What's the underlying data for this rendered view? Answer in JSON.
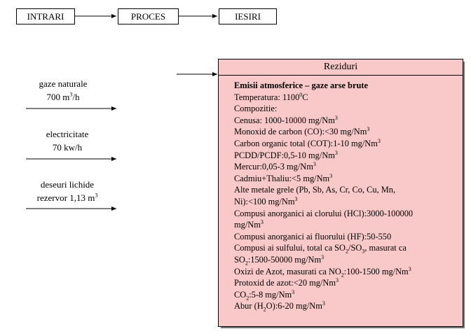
{
  "flow": {
    "inputs_label": "INTRARI",
    "process_label": "PROCES",
    "outputs_label": "IESIRI"
  },
  "inputs": [
    {
      "line1": "gaze naturale",
      "line2_prefix": "700 m",
      "line2_sup": "3",
      "line2_suffix": "/h"
    },
    {
      "line1": "electricitate",
      "line2": "70 kw/h"
    },
    {
      "line1": "deseuri lichide",
      "line2_prefix": "rezervor 1,13 m",
      "line2_sup": "3"
    }
  ],
  "residue": {
    "header": "Reziduri",
    "title": "Emisii atmosferice – gaze arse brute",
    "temperature_prefix": "Temperatura: 1100",
    "temperature_sup": "0",
    "temperature_suffix": "C",
    "composition_label": "Compozitie:",
    "unit_base": "mg/Nm",
    "unit_exp": "3",
    "items": {
      "cenusa": "Cenusa: 1000-10000",
      "co": "Monoxid de carbon (CO):<30",
      "cot": "Carbon organic total (COT):1-10",
      "pcdd": "PCDD/PCDF:0,5-10",
      "mercur": "Mercur:0,05-3",
      "cadmiu": "Cadmiu+Thaliu:<5",
      "metale_a": "Alte metale grele (Pb, Sb, As, Cr, Co, Cu, Mn,",
      "metale_b": "Ni):<100",
      "hcl": "Compusi anorganici ai clorului (HCl):3000-100000",
      "hf": "Compusi anorganici ai fluorului (HF):50-550",
      "sulf_a1": "Compusi ai sulfului, total ca SO",
      "sulf_a2": "/SO",
      "sulf_a3": ", masurat ca",
      "sulf_b1": "SO",
      "sulf_b2": ":1500-50000",
      "nox_a": "Oxizi de Azot, masurati ca NO",
      "nox_b": ":100-1500",
      "n2o": "Protoxid de azot:<20",
      "co2_a": "CO",
      "co2_b": ":5-8",
      "abur_a": "Abur (H",
      "abur_b": "O):6-20",
      "sub2": "2",
      "sub3": "3"
    }
  }
}
